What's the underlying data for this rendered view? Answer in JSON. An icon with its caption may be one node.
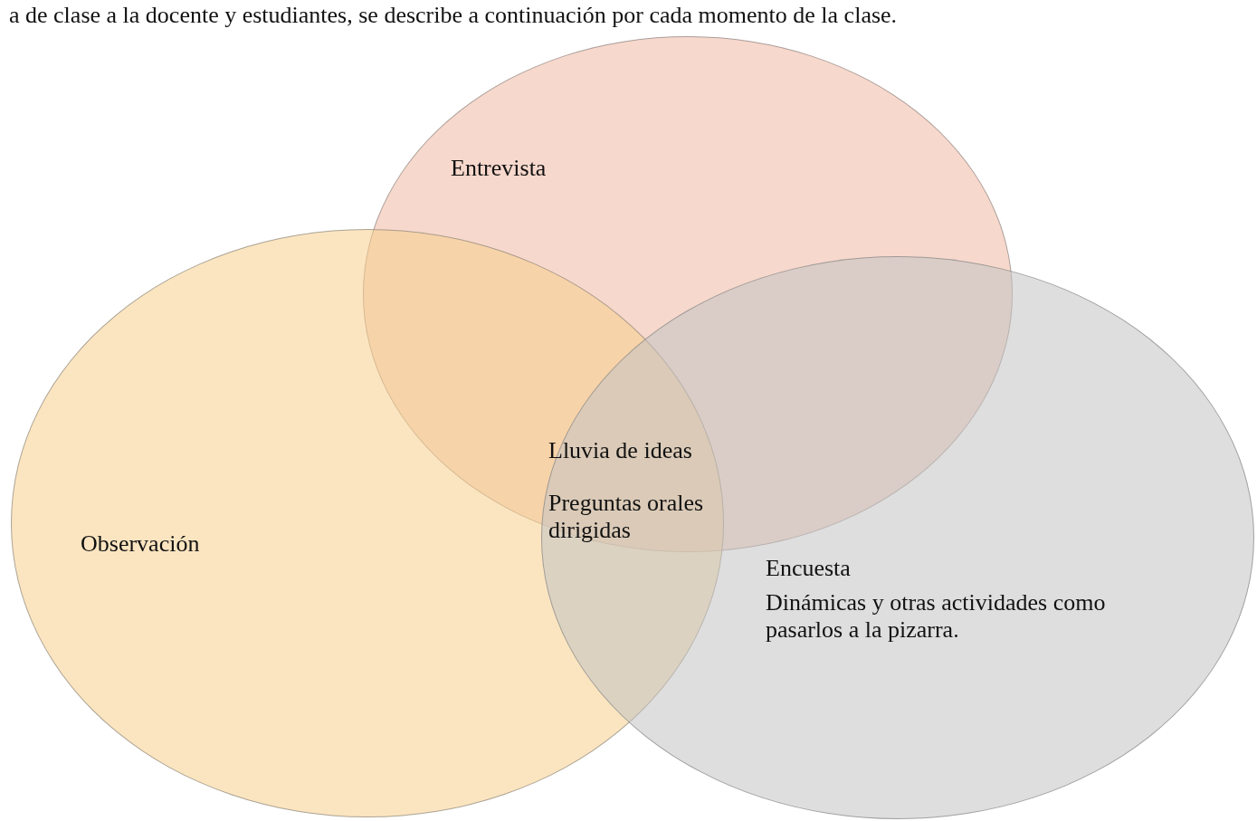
{
  "diagram": {
    "nodes": [
      {
        "text": [
          "Entrevista"
        ]
      },
      {
        "text": [
          "Observación"
        ]
      },
      {
        "text": [
          "Encuesta",
          "Dinámicas y otras actividades como pasarlos a la pizarra."
        ]
      }
    ],
    "labels": [
      "a de clase a la docente y estudiantes, se describe a continuación por cada momento de la clase.",
      "Lluvia de ideas",
      "Preguntas orales dirigidas"
    ]
  }
}
